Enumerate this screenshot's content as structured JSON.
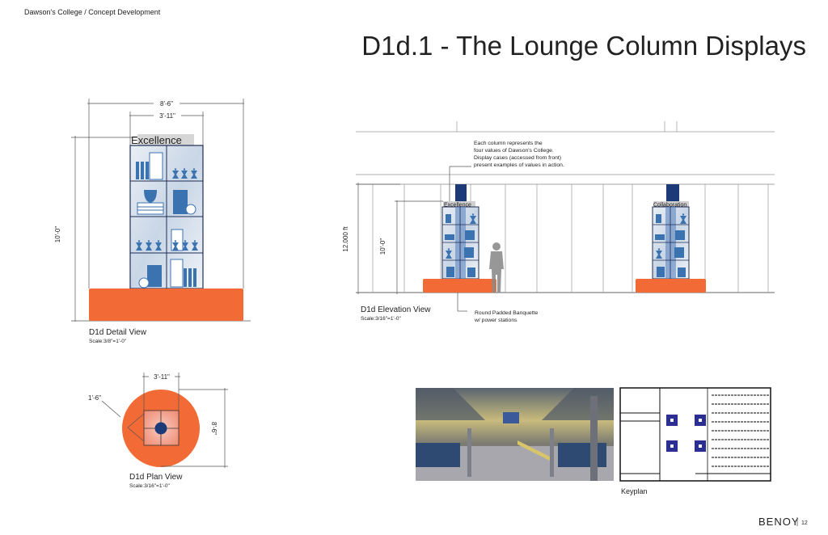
{
  "header": {
    "breadcrumb": "Dawson's College / Concept Development",
    "title": "D1d.1 - The Lounge Column Displays"
  },
  "detail_view": {
    "label": "D1d Detail View",
    "scale": "Scale:3/8\"=1'-0\"",
    "sign_text": "Excellence",
    "dim_overall_width": "8'-6\"",
    "dim_cabinet_width": "3'-11\"",
    "dim_height": "10'-0\""
  },
  "plan_view": {
    "label": "D1d Plan View",
    "scale": "Scale:3/16\"=1'-0\"",
    "dim_cabinet_width": "3'-11\"",
    "dim_diameter": "8'-6\"",
    "dim_offset": "1'-6\""
  },
  "elevation_view": {
    "label": "D1d Elevation View",
    "scale": "Scale:3/16\"=1'-0\"",
    "dim_ceiling": "12.000 ft",
    "dim_height": "10'-0\"",
    "note_lines": [
      "Each column represents the",
      "four values of Dawson's College.",
      "Display cases (accessed from front)",
      "present examples of values in action."
    ],
    "banquette_note_lines": [
      "Round Padded Banquette",
      "w/ power stations"
    ],
    "column_signs": [
      "Excellence",
      "Collaboration"
    ]
  },
  "keyplan": {
    "label": "Keyplan"
  },
  "footer": {
    "brand": "BENOY",
    "page_number": "12"
  },
  "colors": {
    "orange": "#f26a35",
    "navy": "#1c3a78",
    "display_blue": "#3f7fc1",
    "plan_navy": "#2b2f93"
  }
}
